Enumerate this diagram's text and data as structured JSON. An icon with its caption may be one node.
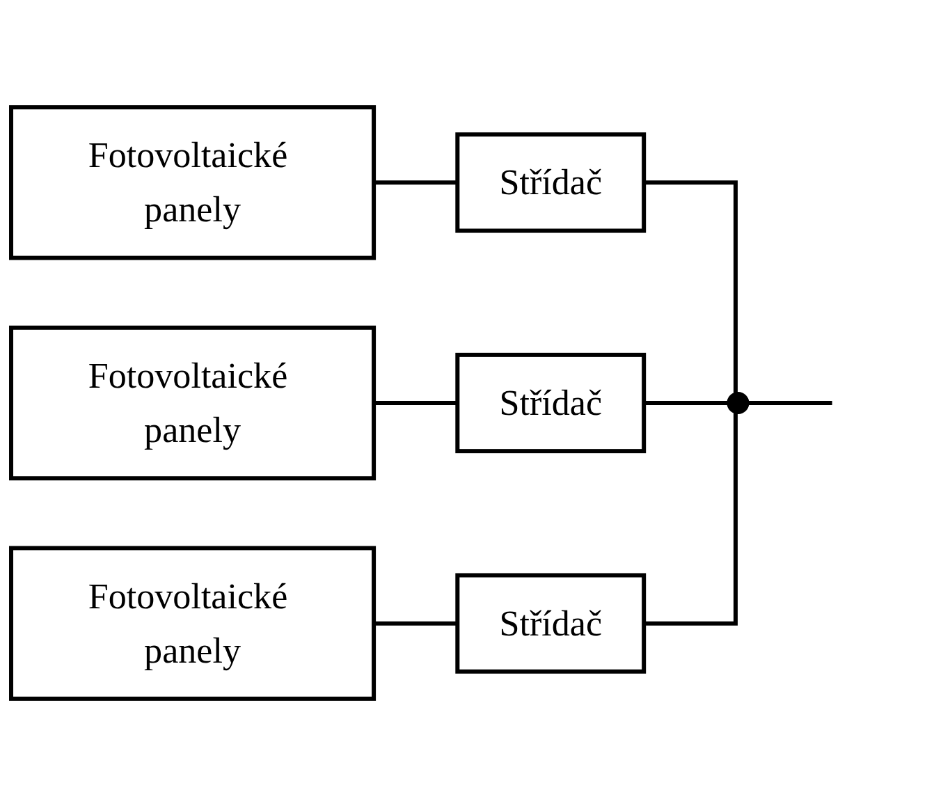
{
  "diagram": {
    "nodes": [
      {
        "text": [
          "Fotovoltaické panely"
        ]
      },
      {
        "text": [
          "Střídač"
        ]
      },
      {
        "text": [
          "Fotovoltaické panely"
        ]
      },
      {
        "text": [
          "Střídač"
        ]
      },
      {
        "text": [
          "Fotovoltaické panely"
        ]
      },
      {
        "text": [
          "Střídač"
        ]
      },
      {
        "text": [],
        "shape": "circle"
      }
    ],
    "edges": [
      {
        "from": 0,
        "to": 1,
        "arrow": "none"
      },
      {
        "from": 2,
        "to": 3,
        "arrow": "none"
      },
      {
        "from": 4,
        "to": 5,
        "arrow": "none"
      },
      {
        "from": 1,
        "to": 6,
        "arrow": "none"
      },
      {
        "from": 3,
        "to": 6,
        "arrow": "none"
      },
      {
        "from": 5,
        "to": 6,
        "arrow": "none"
      },
      {
        "from": 6,
        "to": null,
        "arrow": "none"
      }
    ]
  }
}
